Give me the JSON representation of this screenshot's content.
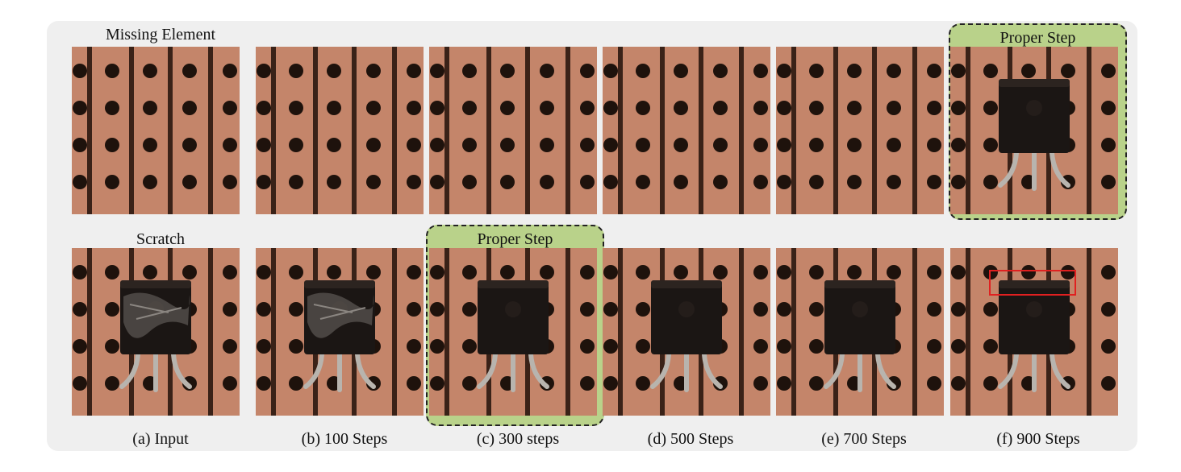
{
  "rows": [
    {
      "row_label": "Missing Element",
      "highlight_label": "Proper Step",
      "panels": [
        {
          "component": false
        },
        {
          "component": false
        },
        {
          "component": false
        },
        {
          "component": false
        },
        {
          "component": false
        },
        {
          "component": true,
          "scratch": false
        }
      ]
    },
    {
      "row_label": "Scratch",
      "highlight_label": "Proper Step",
      "panels": [
        {
          "component": true,
          "scratch": true
        },
        {
          "component": true,
          "scratch": true
        },
        {
          "component": true,
          "scratch": false
        },
        {
          "component": true,
          "scratch": false
        },
        {
          "component": true,
          "scratch": false
        },
        {
          "component": true,
          "scratch": false,
          "red_box": true
        }
      ]
    }
  ],
  "captions": [
    "(a) Input",
    "(b) 100 Steps",
    "(c) 300 steps",
    "(d) 500 Steps",
    "(e) 700 Steps",
    "(f) 900 Steps"
  ],
  "colors": {
    "board": "#c4856a",
    "stripe": "#3a2218",
    "hole": "#1e120c",
    "component": "#1b1614",
    "lead": "#b8b4ae",
    "highlight": "#b9d28a",
    "red_box": "#e02020"
  }
}
